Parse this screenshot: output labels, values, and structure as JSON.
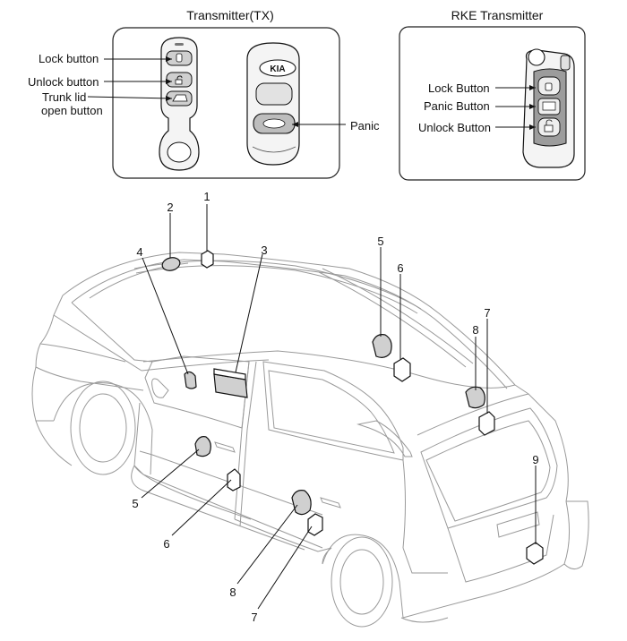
{
  "tx_panel": {
    "title": "Transmitter(TX)",
    "lock_label": "Lock button",
    "unlock_label": "Unlock button",
    "trunk_label_line1": "Trunk lid",
    "trunk_label_line2": "open button",
    "panic_label": "Panic",
    "brand": "KIA"
  },
  "rke_panel": {
    "title": "RKE Transmitter",
    "lock_label": "Lock Button",
    "panic_label": "Panic Button",
    "unlock_label": "Unlock Button"
  },
  "callouts": {
    "n1": "1",
    "n2": "2",
    "n3": "3",
    "n4": "4",
    "n5a": "5",
    "n5b": "5",
    "n6a": "6",
    "n6b": "6",
    "n7a": "7",
    "n7b": "7",
    "n8a": "8",
    "n8b": "8",
    "n9": "9"
  }
}
